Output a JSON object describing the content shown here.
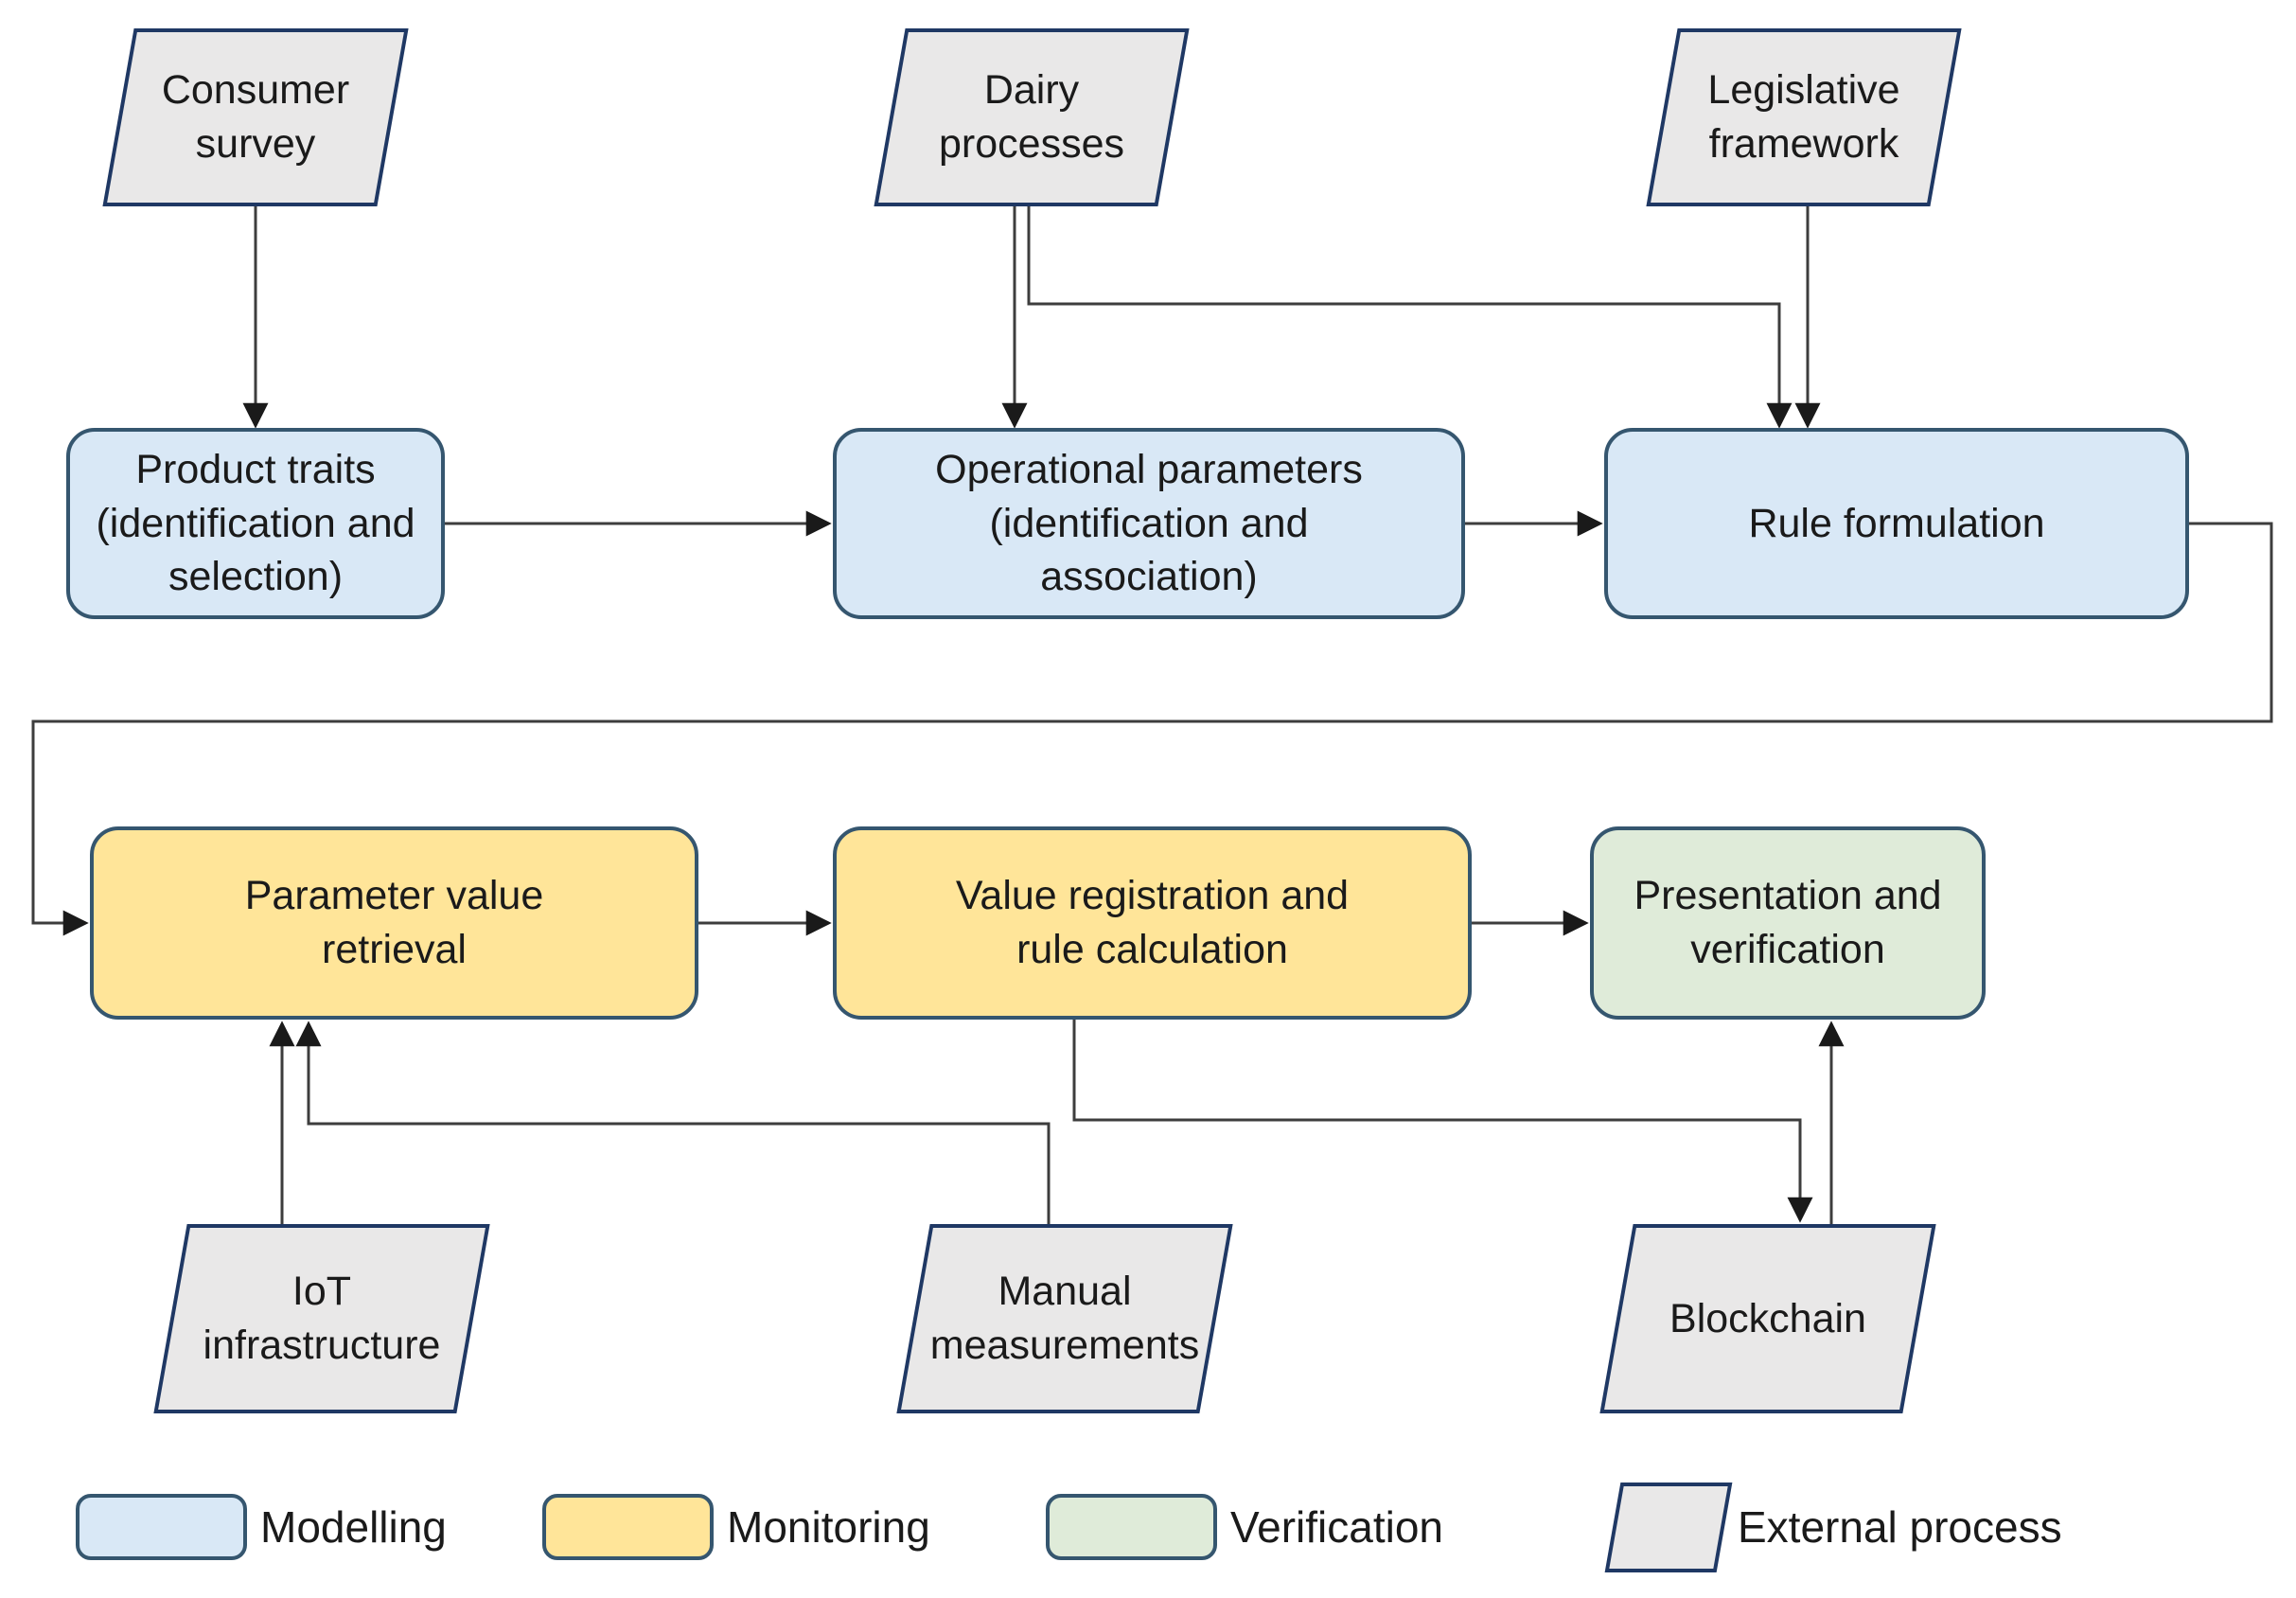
{
  "nodes": {
    "consumer_survey": {
      "label": "Consumer\nsurvey",
      "category": "external"
    },
    "dairy_processes": {
      "label": "Dairy\nprocesses",
      "category": "external"
    },
    "legislative_framework": {
      "label": "Legislative\nframework",
      "category": "external"
    },
    "product_traits": {
      "label": "Product traits\n(identification and\nselection)",
      "category": "modelling"
    },
    "operational_parameters": {
      "label": "Operational parameters\n(identification and\nassociation)",
      "category": "modelling"
    },
    "rule_formulation": {
      "label": "Rule formulation",
      "category": "modelling"
    },
    "parameter_value_retrieval": {
      "label": "Parameter value\nretrieval",
      "category": "monitoring"
    },
    "value_registration": {
      "label": "Value registration and\nrule calculation",
      "category": "monitoring"
    },
    "presentation_verification": {
      "label": "Presentation and\nverification",
      "category": "verification"
    },
    "iot_infrastructure": {
      "label": "IoT\ninfrastructure",
      "category": "external"
    },
    "manual_measurements": {
      "label": "Manual\nmeasurements",
      "category": "external"
    },
    "blockchain": {
      "label": "Blockchain",
      "category": "external"
    }
  },
  "edges": [
    {
      "from": "consumer_survey",
      "to": "product_traits"
    },
    {
      "from": "dairy_processes",
      "to": "operational_parameters"
    },
    {
      "from": "dairy_processes",
      "to": "rule_formulation"
    },
    {
      "from": "legislative_framework",
      "to": "rule_formulation"
    },
    {
      "from": "product_traits",
      "to": "operational_parameters"
    },
    {
      "from": "operational_parameters",
      "to": "rule_formulation"
    },
    {
      "from": "rule_formulation",
      "to": "parameter_value_retrieval"
    },
    {
      "from": "parameter_value_retrieval",
      "to": "value_registration"
    },
    {
      "from": "value_registration",
      "to": "presentation_verification"
    },
    {
      "from": "iot_infrastructure",
      "to": "parameter_value_retrieval"
    },
    {
      "from": "manual_measurements",
      "to": "parameter_value_retrieval"
    },
    {
      "from": "value_registration",
      "to": "blockchain"
    },
    {
      "from": "blockchain",
      "to": "presentation_verification"
    }
  ],
  "legend": {
    "modelling": {
      "label": "Modelling",
      "color": "#D9E8F6"
    },
    "monitoring": {
      "label": "Monitoring",
      "color": "#FFE599"
    },
    "verification": {
      "label": "Verification",
      "color": "#DFEBD9"
    },
    "external_process": {
      "label": "External process",
      "color": "#E9E8E8"
    }
  },
  "colors": {
    "modelling_fill": "#D9E8F6",
    "monitoring_fill": "#FFE599",
    "verification_fill": "#DFEBD9",
    "external_fill": "#E9E8E8",
    "rounded_node_border": "#35566F",
    "parallelogram_border": "#1F3864",
    "edge_line": "#3D3D3D",
    "arrowhead": "#1A1A1A",
    "text": "#1A1A1A",
    "background": "#FFFFFF"
  }
}
